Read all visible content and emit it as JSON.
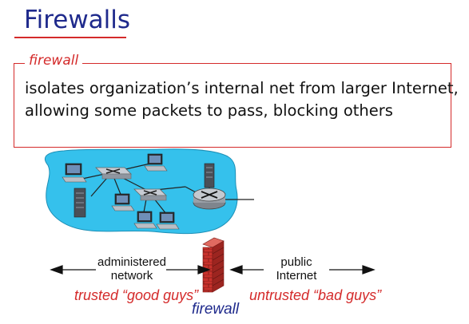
{
  "slide": {
    "title": "Firewalls",
    "definition_label": "firewall",
    "definition_line1": "isolates organization’s internal net from larger Internet,",
    "definition_line2": "allowing some packets to pass, blocking others"
  },
  "diagram": {
    "left_label_line1": "administered",
    "left_label_line2": "network",
    "left_caption": "trusted “good guys”",
    "right_label_line1": "public",
    "right_label_line2": "Internet",
    "right_caption": "untrusted “bad guys”",
    "firewall_caption": "firewall"
  },
  "colors": {
    "title": "#1f2a8c",
    "accent_red": "#d42a2a",
    "network_cloud": "#35c1ec",
    "firewall_brick": "#c8322c"
  }
}
